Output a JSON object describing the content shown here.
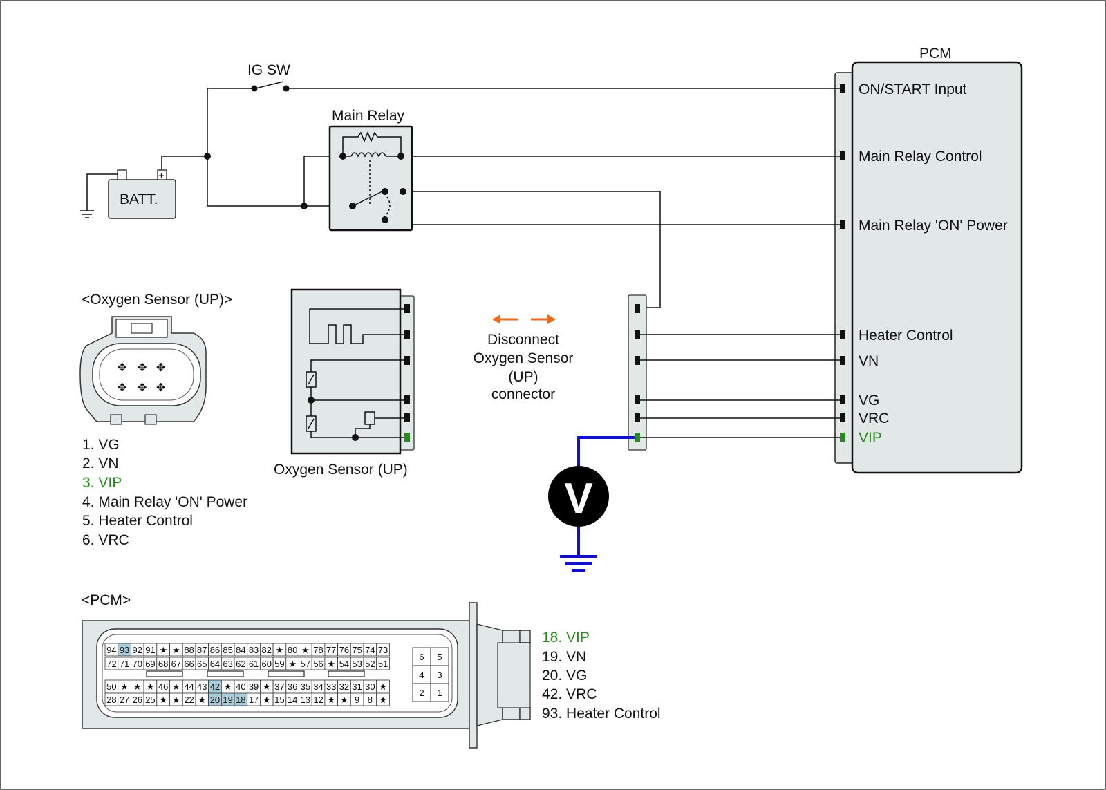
{
  "colors": {
    "box_fill": "#e2e8e8",
    "wire": "#111111",
    "vip_green": "#2a8a22",
    "meter_wire": "#1010d0",
    "arrow_orange": "#ee6a1a",
    "pin_highlight": "#a8ccd8"
  },
  "icons": {
    "ground": "ground-icon",
    "voltmeter": "voltmeter-icon",
    "arrows": "double-arrow-icon"
  },
  "pcm": {
    "title": "PCM",
    "terminals": {
      "on_start": "ON/START Input",
      "main_relay_control": "Main Relay Control",
      "main_relay_on_power": "Main Relay 'ON' Power",
      "heater_control": "Heater Control",
      "vn": "VN",
      "vg": "VG",
      "vrc": "VRC",
      "vip": "VIP"
    }
  },
  "ig_sw": "IG SW",
  "main_relay": "Main Relay",
  "battery": {
    "label": "BATT.",
    "minus": "-",
    "plus": "+"
  },
  "oxygen_sensor_box": "Oxygen Sensor (UP)",
  "disconnect_note": [
    "Disconnect",
    "Oxygen Sensor",
    "(UP)",
    "connector"
  ],
  "voltmeter_letter": "V",
  "o2_connector": {
    "title": "<Oxygen Sensor (UP)>",
    "pins": [
      "1. VG",
      "2. VN",
      "3. VIP",
      "4. Main Relay 'ON' Power",
      "5. Heater Control",
      "6. VRC"
    ]
  },
  "pcm_connector": {
    "title": "<PCM>",
    "rows": [
      [
        "94",
        "93",
        "92",
        "91",
        "★",
        "★",
        "88",
        "87",
        "86",
        "85",
        "84",
        "83",
        "82",
        "★",
        "80",
        "★",
        "78",
        "77",
        "76",
        "75",
        "74",
        "73"
      ],
      [
        "72",
        "71",
        "70",
        "69",
        "68",
        "67",
        "66",
        "65",
        "64",
        "63",
        "62",
        "61",
        "60",
        "59",
        "★",
        "57",
        "56",
        "★",
        "54",
        "53",
        "52",
        "51"
      ],
      [
        "50",
        "★",
        "★",
        "★",
        "46",
        "★",
        "44",
        "43",
        "42",
        "★",
        "40",
        "39",
        "★",
        "37",
        "36",
        "35",
        "34",
        "33",
        "32",
        "31",
        "30",
        "★"
      ],
      [
        "28",
        "27",
        "26",
        "25",
        "★",
        "★",
        "22",
        "★",
        "20",
        "19",
        "18",
        "17",
        "★",
        "15",
        "14",
        "13",
        "12",
        "★",
        "★",
        "9",
        "8",
        "★"
      ]
    ],
    "highlighted": [
      "93",
      "42",
      "20",
      "19",
      "18"
    ],
    "small_block": [
      [
        "6",
        "5"
      ],
      [
        "4",
        "3"
      ],
      [
        "2",
        "1"
      ]
    ],
    "pins": [
      "18. VIP",
      "19. VN",
      "20. VG",
      "42. VRC",
      "93. Heater Control"
    ]
  }
}
